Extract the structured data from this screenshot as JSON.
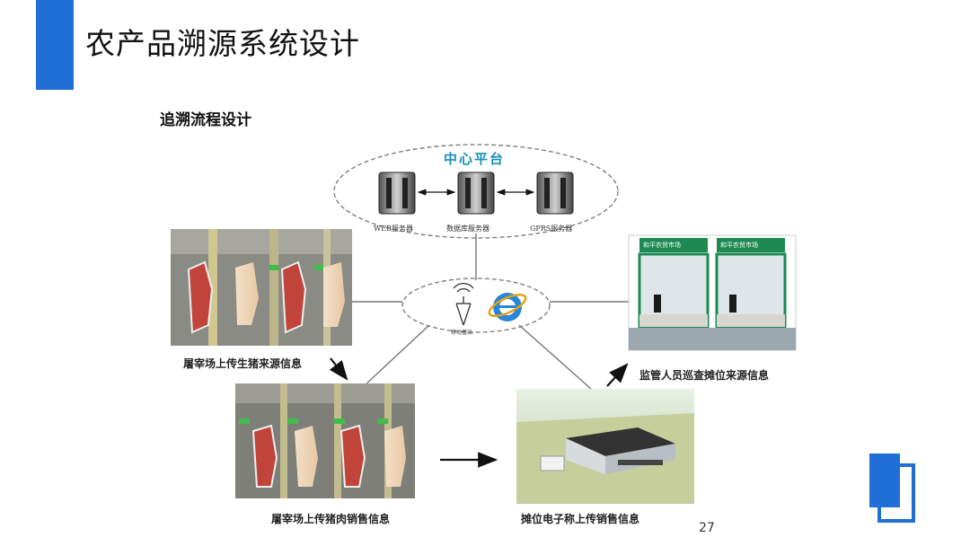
{
  "slide": {
    "title": "农产品溯源系统设计",
    "subtitle": "追溯流程设计",
    "page_number": "27"
  },
  "diagram": {
    "platform_title": "中心平台",
    "servers": [
      "WEB服务器",
      "数据库服务器",
      "GPRS服务器"
    ],
    "hub_label": "移动基站",
    "captions": {
      "slaughter_source": "屠宰场上传生猪来源信息",
      "slaughter_sales": "屠宰场上传猪肉销售信息",
      "stall_scale": "摊位电子称上传销售信息",
      "supervisor": "监管人员巡查摊位来源信息"
    },
    "market_sign": "和平农贸市场"
  },
  "colors": {
    "accent": "#1f6fd6",
    "platform_title": "#1a8fb5"
  }
}
